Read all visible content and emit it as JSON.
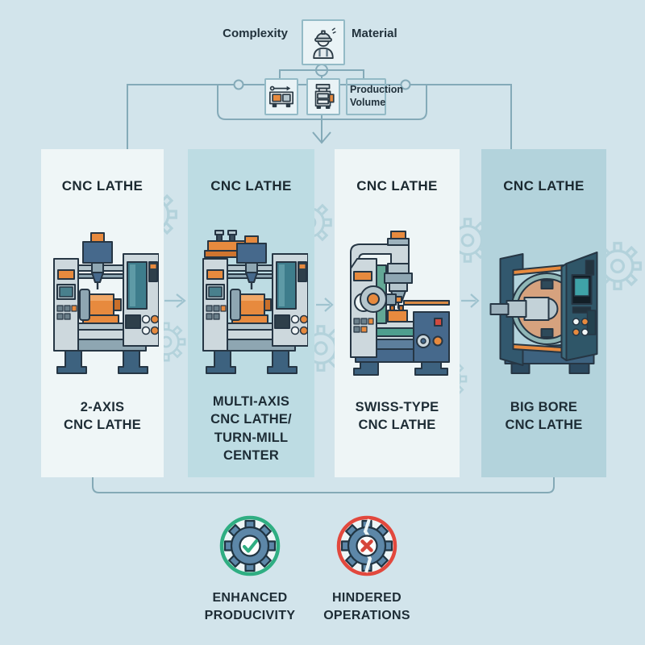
{
  "flow": {
    "factors": {
      "complexity": "Complexity",
      "material": "Material",
      "production_volume_lines": [
        "Production",
        "Volume"
      ]
    }
  },
  "panels": [
    {
      "header": "CNC LATHE",
      "machine": "2-axis-cnc-lathe",
      "label_lines": [
        "2-AXIS",
        "CNC LATHE"
      ]
    },
    {
      "header": "CNC LATHE",
      "machine": "multi-axis-cnc-lathe-turn-mill-center",
      "label_lines": [
        "MULTI-AXIS",
        "CNC LATHE/",
        "TURN-MILL CENTER"
      ]
    },
    {
      "header": "CNC LATHE",
      "machine": "swiss-type-cnc-lathe",
      "label_lines": [
        "SWISS-TYPE",
        "CNC LATHE"
      ]
    },
    {
      "header": "CNC LATHE",
      "machine": "big-bore-cnc-lathe",
      "label_lines": [
        "BIG BORE",
        "CNC LATHE"
      ]
    }
  ],
  "legend": {
    "enhanced": {
      "lines": [
        "ENHANCED",
        "PRODUCIVITY"
      ],
      "ring_color": "#2fae82"
    },
    "hindered": {
      "lines": [
        "HINDERED",
        "OPERATIONS"
      ],
      "ring_color": "#e2483d"
    }
  },
  "colors": {
    "background": "#d2e4eb",
    "panel_light": "#eff6f7",
    "panel_mid": "#bddce3",
    "panel_dark": "#b3d3dc",
    "connector_line": "#84aab8",
    "accent_orange": "#e78a3e",
    "machine_steel": "#46698c",
    "gear_blue": "#5d87a8",
    "text": "#1d2c35"
  }
}
